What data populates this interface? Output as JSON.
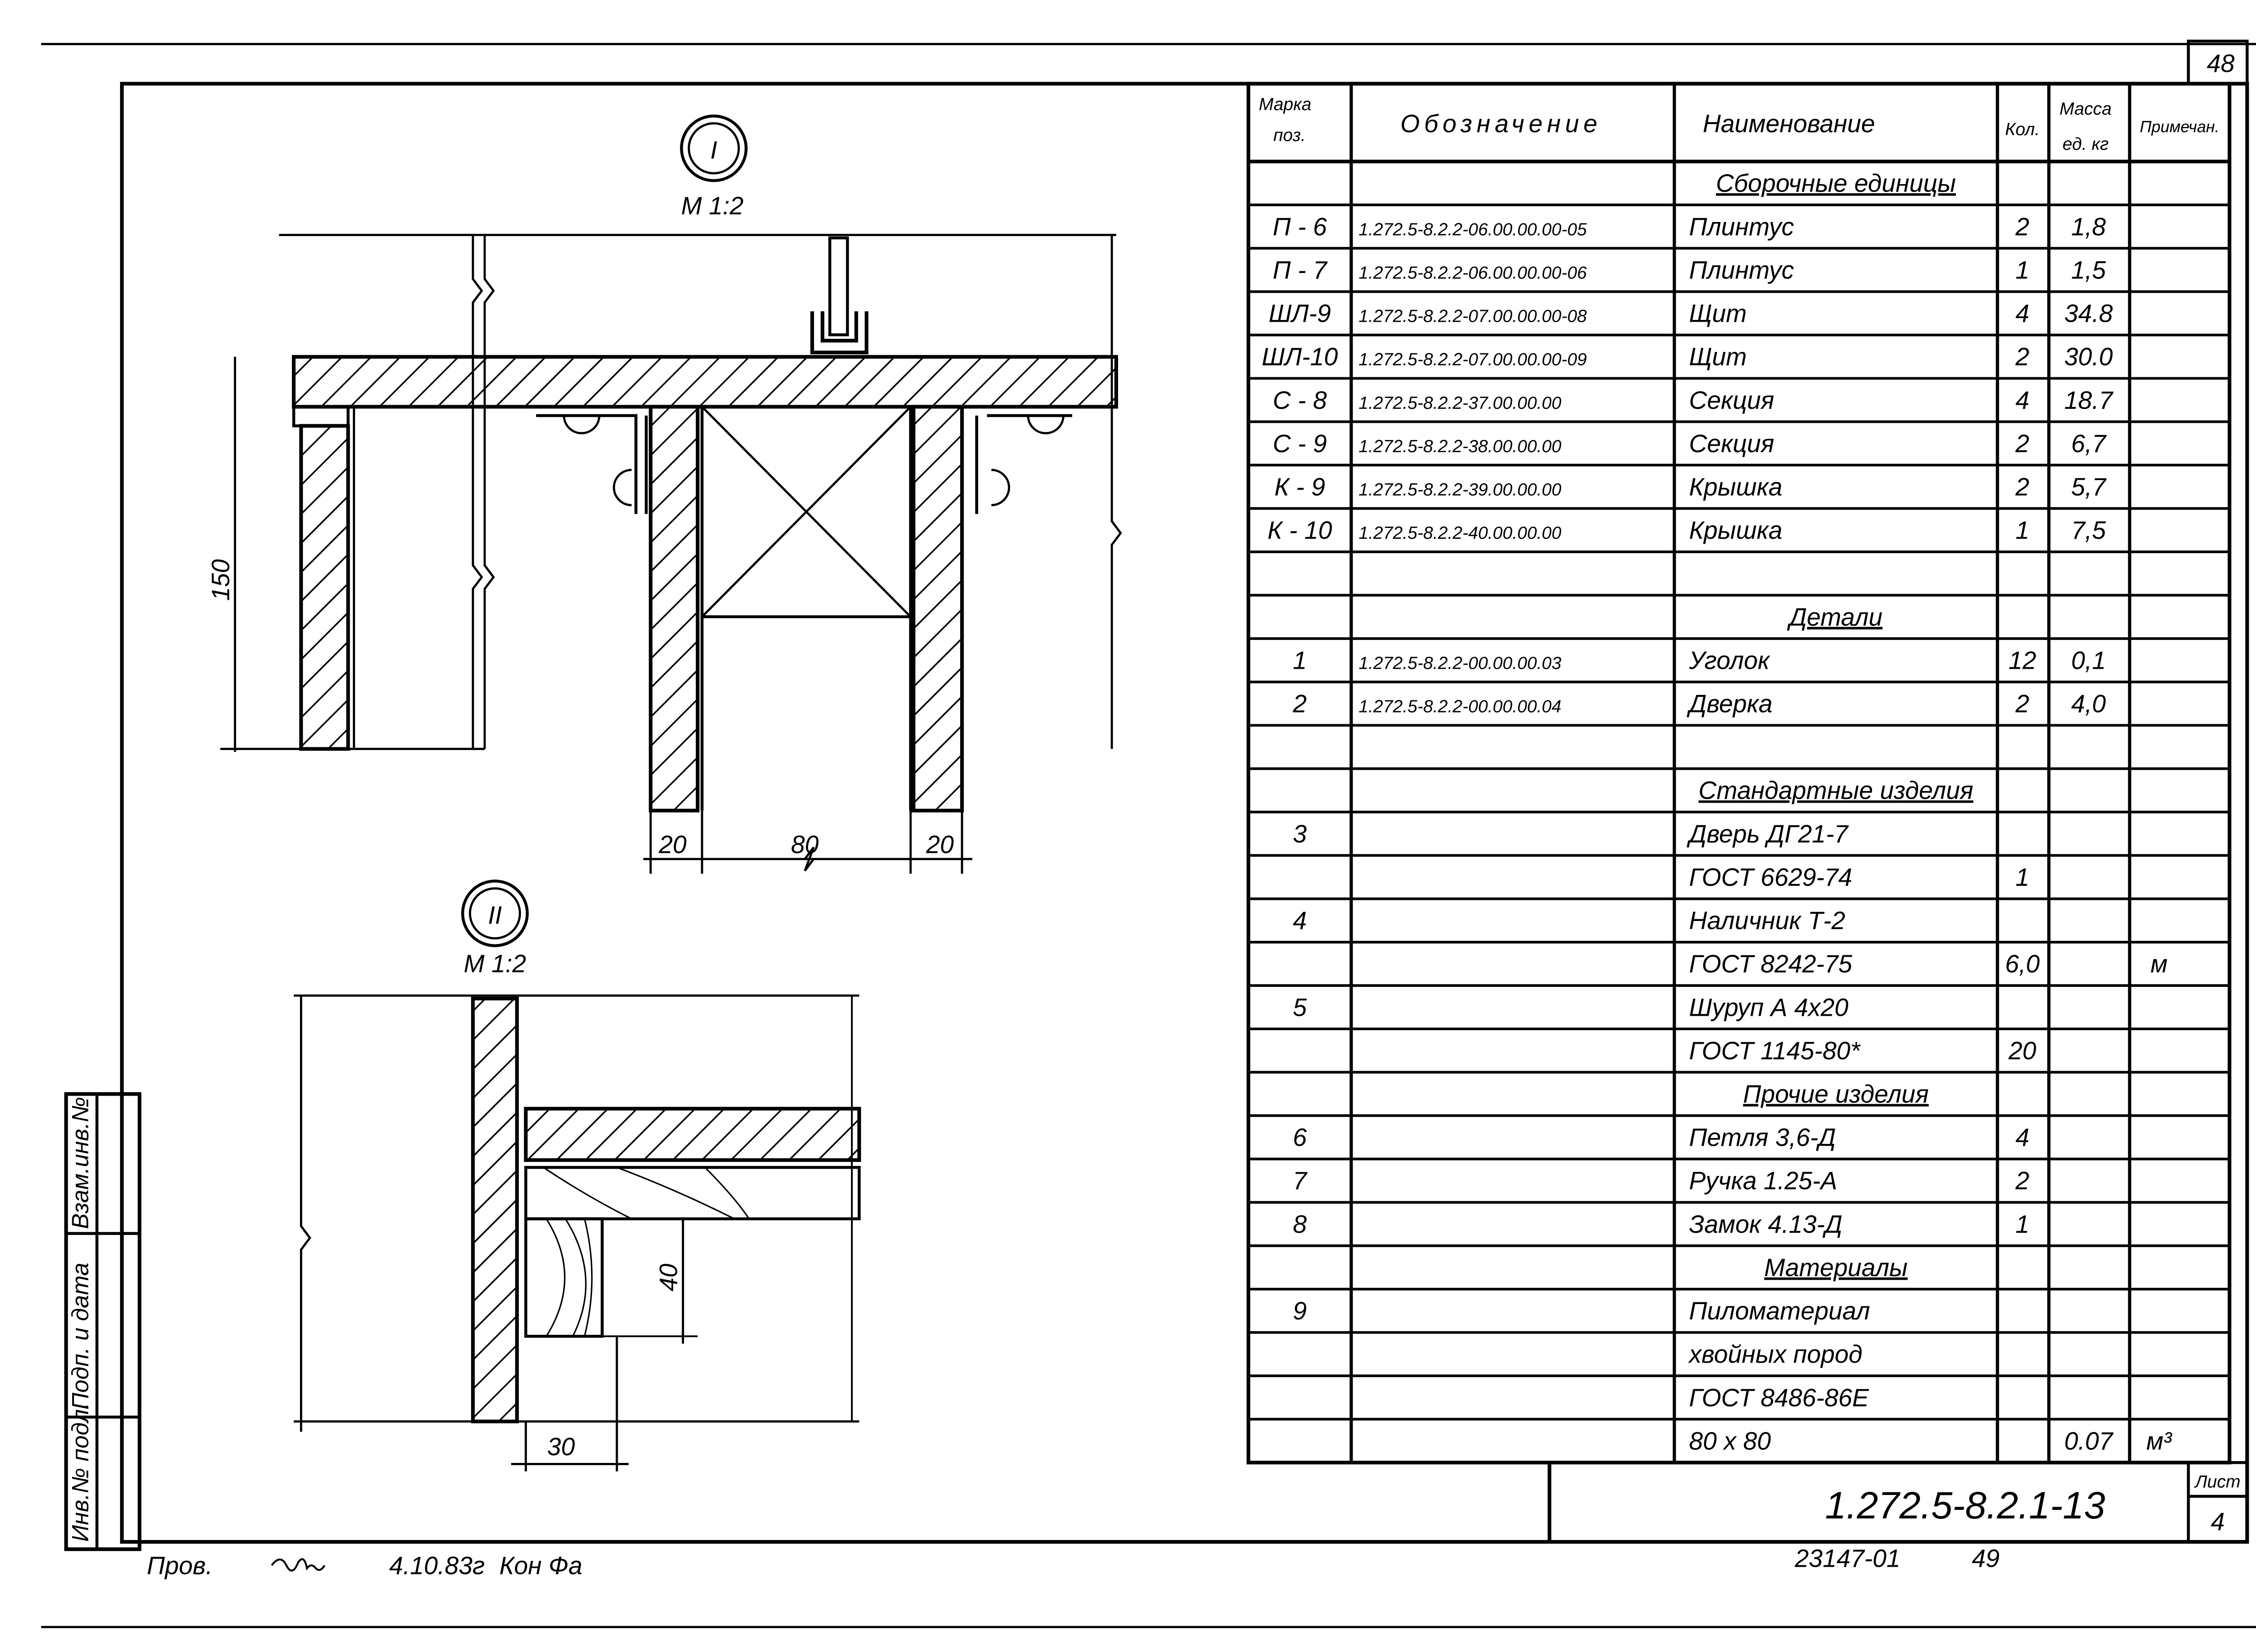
{
  "sheet_number_top": "48",
  "table": {
    "headers": {
      "pos": [
        "Марка",
        "поз."
      ],
      "designation": "Обозначение",
      "name": "Наименование",
      "qty": "Кол.",
      "mass": [
        "Масса",
        "ед. кг"
      ],
      "note": "Примечан."
    },
    "rows": [
      {
        "pos": "",
        "designation": "",
        "name": "Сборочные единицы",
        "qty": "",
        "mass": "",
        "note": "",
        "section": true
      },
      {
        "pos": "П - 6",
        "designation": "1.272.5-8.2.2-06.00.00.00-05",
        "name": "Плинтус",
        "qty": "2",
        "mass": "1,8",
        "note": ""
      },
      {
        "pos": "П - 7",
        "designation": "1.272.5-8.2.2-06.00.00.00-06",
        "name": "Плинтус",
        "qty": "1",
        "mass": "1,5",
        "note": ""
      },
      {
        "pos": "ШЛ-9",
        "designation": "1.272.5-8.2.2-07.00.00.00-08",
        "name": "Щит",
        "qty": "4",
        "mass": "34.8",
        "note": ""
      },
      {
        "pos": "ШЛ-10",
        "designation": "1.272.5-8.2.2-07.00.00.00-09",
        "name": "Щит",
        "qty": "2",
        "mass": "30.0",
        "note": ""
      },
      {
        "pos": "С - 8",
        "designation": "1.272.5-8.2.2-37.00.00.00",
        "name": "Секция",
        "qty": "4",
        "mass": "18.7",
        "note": ""
      },
      {
        "pos": "С - 9",
        "designation": "1.272.5-8.2.2-38.00.00.00",
        "name": "Секция",
        "qty": "2",
        "mass": "6,7",
        "note": ""
      },
      {
        "pos": "К - 9",
        "designation": "1.272.5-8.2.2-39.00.00.00",
        "name": "Крышка",
        "qty": "2",
        "mass": "5,7",
        "note": ""
      },
      {
        "pos": "К - 10",
        "designation": "1.272.5-8.2.2-40.00.00.00",
        "name": "Крышка",
        "qty": "1",
        "mass": "7,5",
        "note": ""
      },
      {
        "pos": "",
        "designation": "",
        "name": "",
        "qty": "",
        "mass": "",
        "note": ""
      },
      {
        "pos": "",
        "designation": "",
        "name": "Детали",
        "qty": "",
        "mass": "",
        "note": "",
        "section": true
      },
      {
        "pos": "1",
        "designation": "1.272.5-8.2.2-00.00.00.03",
        "name": "Уголок",
        "qty": "12",
        "mass": "0,1",
        "note": ""
      },
      {
        "pos": "2",
        "designation": "1.272.5-8.2.2-00.00.00.04",
        "name": "Дверка",
        "qty": "2",
        "mass": "4,0",
        "note": ""
      },
      {
        "pos": "",
        "designation": "",
        "name": "",
        "qty": "",
        "mass": "",
        "note": ""
      },
      {
        "pos": "",
        "designation": "",
        "name": "Стандартные изделия",
        "qty": "",
        "mass": "",
        "note": "",
        "section": true
      },
      {
        "pos": "3",
        "designation": "",
        "name": "Дверь ДГ21-7",
        "qty": "",
        "mass": "",
        "note": ""
      },
      {
        "pos": "",
        "designation": "",
        "name": "ГОСТ 6629-74",
        "qty": "1",
        "mass": "",
        "note": ""
      },
      {
        "pos": "4",
        "designation": "",
        "name": "Наличник Т-2",
        "qty": "",
        "mass": "",
        "note": ""
      },
      {
        "pos": "",
        "designation": "",
        "name": "ГОСТ 8242-75",
        "qty": "6,0",
        "mass": "",
        "note": "м"
      },
      {
        "pos": "5",
        "designation": "",
        "name": "Шуруп А 4х20",
        "qty": "",
        "mass": "",
        "note": ""
      },
      {
        "pos": "",
        "designation": "",
        "name": "ГОСТ 1145-80*",
        "qty": "20",
        "mass": "",
        "note": ""
      },
      {
        "pos": "",
        "designation": "",
        "name": "Прочие изделия",
        "qty": "",
        "mass": "",
        "note": "",
        "section": true
      },
      {
        "pos": "6",
        "designation": "",
        "name": "Петля 3,6-Д",
        "qty": "4",
        "mass": "",
        "note": ""
      },
      {
        "pos": "7",
        "designation": "",
        "name": "Ручка 1.25-А",
        "qty": "2",
        "mass": "",
        "note": ""
      },
      {
        "pos": "8",
        "designation": "",
        "name": "Замок 4.13-Д",
        "qty": "1",
        "mass": "",
        "note": ""
      },
      {
        "pos": "",
        "designation": "",
        "name": "Материалы",
        "qty": "",
        "mass": "",
        "note": "",
        "section": true
      },
      {
        "pos": "9",
        "designation": "",
        "name": "Пиломатериал",
        "qty": "",
        "mass": "",
        "note": ""
      },
      {
        "pos": "",
        "designation": "",
        "name": "хвойных пород",
        "qty": "",
        "mass": "",
        "note": ""
      },
      {
        "pos": "",
        "designation": "",
        "name": "ГОСТ 8486-86Е",
        "qty": "",
        "mass": "",
        "note": ""
      },
      {
        "pos": "",
        "designation": "",
        "name": "80 х 80",
        "qty": "",
        "mass": "0.07",
        "note": "м³"
      }
    ]
  },
  "title_block": {
    "designation": "1.272.5-8.2.1-13",
    "sheet_label": "Лист",
    "sheet_number": "4",
    "archive_number": "23147-01",
    "archive_page": "49"
  },
  "side_stamp": {
    "inv_label": "Инв.№ подл.",
    "sign_label": "Подп. и дата",
    "replace_label": "Взам.инв.№"
  },
  "approval": {
    "role": "Пров.",
    "signature": "Знаи",
    "date": "4.10.83г",
    "extra": "Кон Фа"
  },
  "views": {
    "view1": {
      "marker": "I",
      "scale": "М 1:2",
      "dims": {
        "height": "150",
        "left": "20",
        "middle": "80",
        "right": "20"
      }
    },
    "view2": {
      "marker": "II",
      "scale": "М 1:2",
      "dims": {
        "vertical": "40",
        "horizontal": "30"
      }
    }
  }
}
